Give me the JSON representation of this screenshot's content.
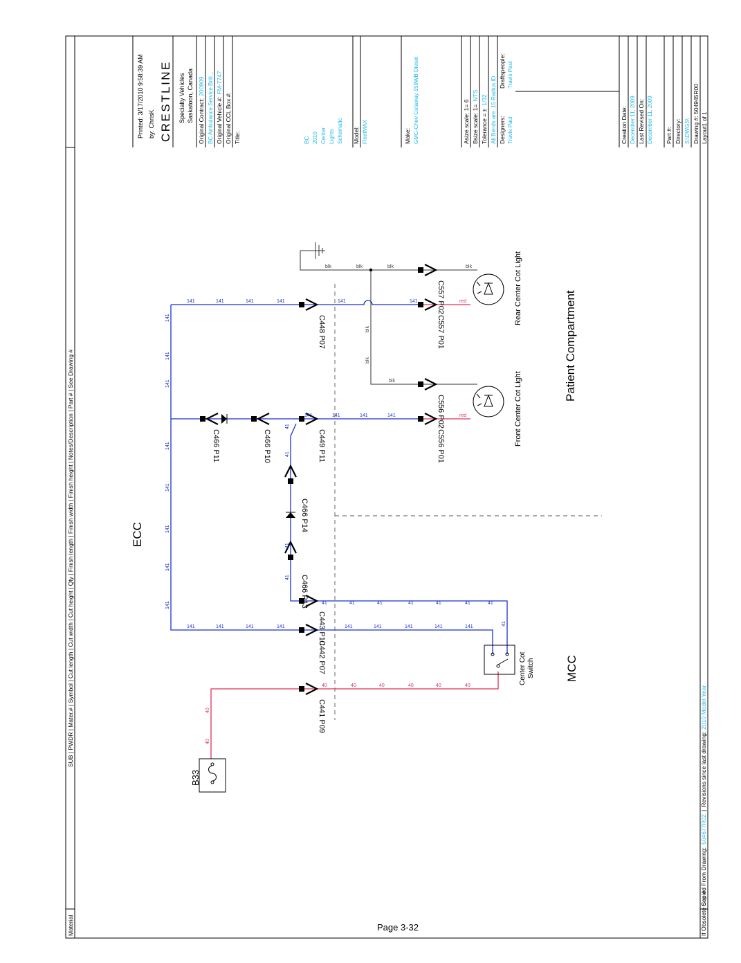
{
  "page": {
    "label": "Page 3-32"
  },
  "sections": {
    "ecc": "ECC",
    "mcc": "MCC",
    "patient": "Patient Compartment"
  },
  "bom_header": {
    "columns": [
      "SUB",
      "PWDR",
      "Mater.#",
      "Symbol",
      "Cut length",
      "Cut width",
      "Cut height",
      "Qty",
      "Finish length",
      "Finish width",
      "Finish height",
      "Notes/Description",
      "Part #",
      "See Drawing #"
    ],
    "material": "Material"
  },
  "footer": {
    "obsolete": "If Obsolete See #:",
    "copied_label": "Copied From Drawing:",
    "copied_value": "504677R02",
    "revisions_label": "Revisions since last drawing:",
    "revisions_value": "2010 Model Year"
  },
  "title_block": {
    "printed": "Printed: 3/17/2010 9:58:39 AM",
    "by": "by: ChrisK",
    "logo": "CRESTLINE",
    "company1": "Specialty Vehicles",
    "company2": "Saskatoon, Canada",
    "contract_label": "Original Contract:",
    "contract_value": "200909",
    "customer_value": "BC Ambulance Service Briti...",
    "vehicle_label": "Original Vehicle #:",
    "vehicle_value": "FM-7747",
    "ccl_label": "Original CCL Box #:",
    "title_label": "Title:",
    "title_lines": [
      "BC",
      "2010",
      "Center",
      "Lights",
      "Schematic"
    ],
    "model_label": "Model:",
    "model_value": "FleetMAX",
    "make_label": "Make:",
    "make_value": "GMC-Chev Cutaway 159WB Diesel",
    "asize": "Asize scale: 1= 6",
    "bsize_label": "Bsize scale: 1=",
    "bsize_value": "NTS",
    "tolerance_label": "Tolerance = ±",
    "tolerance_value": "1/32",
    "bends_value": "All Bends are .15 Radius ID",
    "designers_label": "Designers:",
    "designers_value": "Travis Paul",
    "draftspeople_label": "Draftspeople:",
    "draftspeople_value": "Travis Paul",
    "creation_label": "Creation Date:",
    "creation_value": "December 11, 2009",
    "revised_label": "Last Revised On:",
    "revised_value": "December 11, 2009",
    "part_label": "Part #:",
    "directory_label": "Directory:",
    "directory_value": "S:\\DWGS\\",
    "drawing_label": "Drawing #: 504945R00",
    "layout_label": "Layout1 of 1"
  },
  "components": {
    "b33": "B33",
    "switch_line1": "Center Cot",
    "switch_line2": "Switch",
    "front_light": "Front Center Cot Light",
    "rear_light": "Rear Center Cot Light"
  },
  "connectors": [
    "C441 P09",
    "C442 P07",
    "C443 P10",
    "C466 P13",
    "C466 P14",
    "C449 P11",
    "C466 P10",
    "C466 P11",
    "C448 P07",
    "C556 P01",
    "C556 P02",
    "C557 P01",
    "C557 P02"
  ],
  "wire_labels": {
    "w40": "40",
    "w41": "41",
    "w141": "141",
    "blk": "blk",
    "red": "red"
  },
  "colors": {
    "wire_blue": "#1a2fd0",
    "wire_red": "#e0305a",
    "cyan_text": "#22b8e8"
  }
}
